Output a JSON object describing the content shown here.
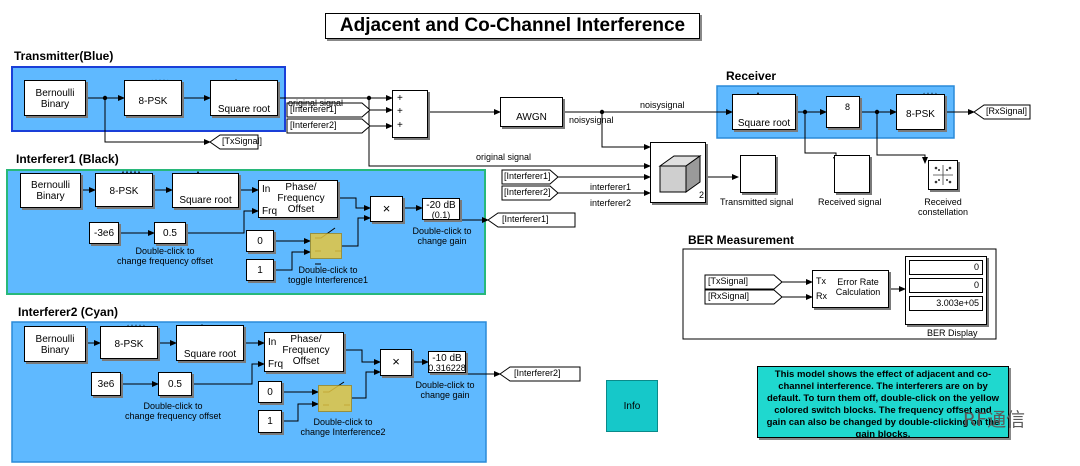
{
  "title": "Adjacent and Co-Channel Interference",
  "transmitter": {
    "header": "Transmitter(Blue)",
    "source": "Bernoulli\nBinary",
    "mod": "8-PSK",
    "filter": "Square root",
    "tag": "[TxSignal]"
  },
  "interferer1": {
    "header": "Interferer1 (Black)",
    "source": "Bernoulli\nBinary",
    "mod": "8-PSK",
    "filter": "Square root",
    "pfo_title": "Phase/\nFrequency\nOffset",
    "pfo_in": "In",
    "pfo_frq": "Frq",
    "freq_const": "-3e6",
    "freq_gain": "0.5",
    "freq_note": "Double-click to\nchange frequency offset",
    "switch_top": "0",
    "switch_bottom": "1",
    "switch_note": "Double-click to\ntoggle Interference1",
    "gain_db": "-20 dB",
    "gain_val": "(0.1)",
    "gain_note": "Double-click to\nchange gain",
    "tag": "[Interferer1]"
  },
  "interferer2": {
    "header": "Interferer2 (Cyan)",
    "source": "Bernoulli\nBinary",
    "mod": "8-PSK",
    "filter": "Square root",
    "pfo_title": "Phase/\nFrequency\nOffset",
    "pfo_in": "In",
    "pfo_frq": "Frq",
    "freq_const": "3e6",
    "freq_gain": "0.5",
    "freq_note": "Double-click to\nchange frequency offset",
    "switch_top": "0",
    "switch_bottom": "1",
    "switch_note": "Double-click to\nchange Interference2",
    "gain_db": "-10 dB",
    "gain_val": "0.316228",
    "gain_note": "Double-click to\nchange gain",
    "tag": "[Interferer2]"
  },
  "channel": {
    "label_original_signal": "original signal",
    "from_interferer1": "[Interferer1]",
    "from_interferer2": "[Interferer2]",
    "sum_signs": [
      "+",
      "+",
      "+"
    ],
    "awgn": "AWGN",
    "label_noisysignal_1": "noisysignal",
    "label_noisysignal_2": "noisysignal",
    "label_original_signal_2": "original signal"
  },
  "receiver": {
    "header": "Receiver",
    "filter": "Square root",
    "downsample": "8",
    "demod": "8-PSK",
    "tag": "[RxSignal]"
  },
  "scopes": {
    "in_interferer1": "[Interferer1]",
    "in_interferer2": "[Interferer2]",
    "label_i1": "interferer1",
    "label_i2": "interferer2",
    "mux_ports": "2",
    "transmitted": "Transmitted signal",
    "received": "Received signal",
    "constellation": "Received\nconstellation"
  },
  "ber": {
    "header": "BER Measurement",
    "tx_in": "[TxSignal]",
    "rx_in": "[RxSignal]",
    "port_tx": "Tx",
    "port_rx": "Rx",
    "calc": "Error Rate\nCalculation",
    "display_values": [
      "0",
      "0",
      "3.003e+05"
    ],
    "display_label": "BER Display"
  },
  "info": {
    "label": "Info"
  },
  "note": "This model shows the effect of adjacent and co-channel interference. The interferers are on by default. To turn them off, double-click on the yellow colored switch blocks. The frequency offset and gain can also be changed by double-clicking on the gain blocks.",
  "watermark": "RF通信",
  "colors": {
    "area": "#5fb9ff",
    "switch": "#e5c640",
    "note_bg": "#1fd8cf",
    "info_bg": "#16c8c9",
    "wire": "#000000"
  }
}
